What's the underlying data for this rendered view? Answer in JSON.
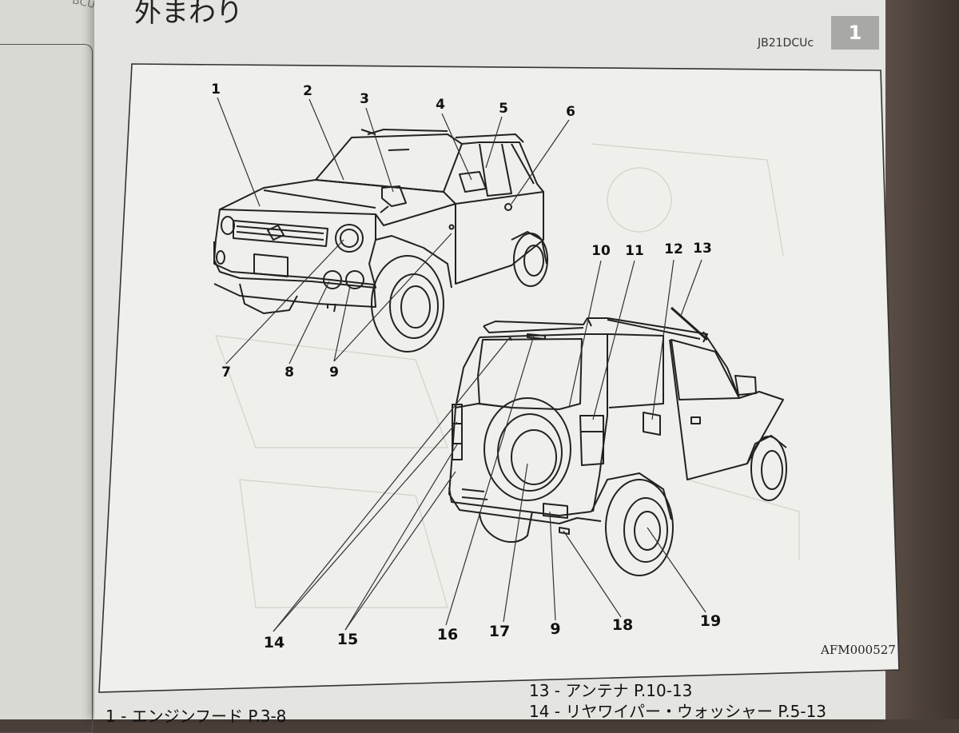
{
  "page": {
    "section_title": "外まわり",
    "model_code": "JB21DCUc",
    "chapter_number": "1",
    "left_page_corner": "BCUc",
    "figure_code": "AFM000527"
  },
  "callouts": {
    "front": [
      "1",
      "2",
      "3",
      "4",
      "5",
      "6",
      "7",
      "8",
      "9"
    ],
    "rear": [
      "10",
      "11",
      "12",
      "13",
      "14",
      "15",
      "16",
      "17",
      "9",
      "18",
      "19"
    ]
  },
  "captions": {
    "item_1": "1 - エンジンフード P.3-8",
    "item_13": "13 - アンテナ P.10-13",
    "item_14": "14 - リヤワイパー・ウォッシャー P.5-13"
  }
}
